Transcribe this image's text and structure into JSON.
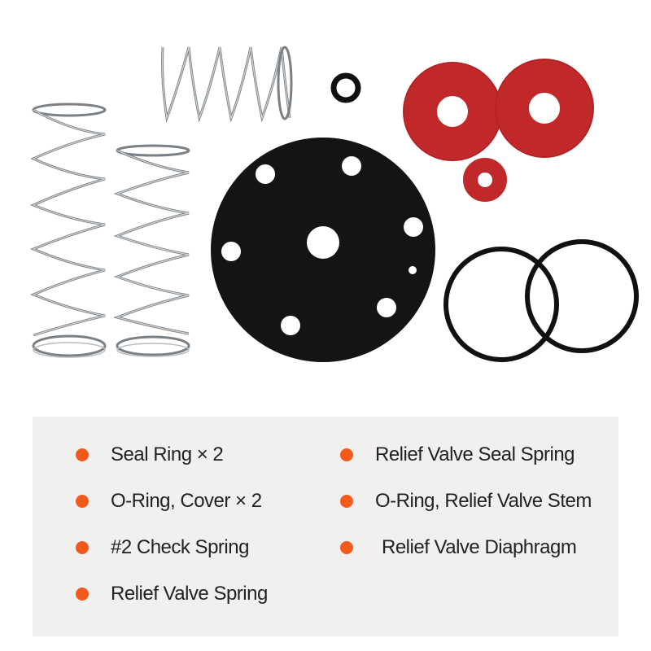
{
  "photo": {
    "parts": [
      "spring",
      "spring",
      "spring",
      "o-ring",
      "seal-ring",
      "seal-ring",
      "seal-ring",
      "diaphragm",
      "o-ring",
      "o-ring"
    ]
  },
  "legend": {
    "dot_color": "#f25a1c",
    "items": [
      {
        "label": "Seal Ring × 2"
      },
      {
        "label": "Relief Valve Seal Spring"
      },
      {
        "label": "O-Ring, Cover × 2"
      },
      {
        "label": "O-Ring, Relief Valve Stem"
      },
      {
        "label": "#2 Check Spring"
      },
      {
        "label": "Relief Valve Diaphragm"
      },
      {
        "label": "Relief Valve Spring"
      }
    ]
  }
}
